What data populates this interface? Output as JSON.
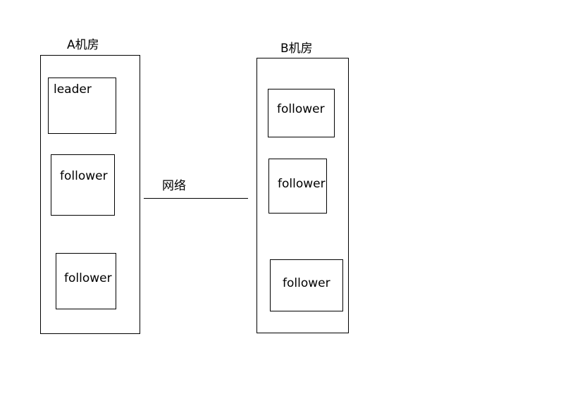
{
  "rooms": {
    "a": {
      "title": "A机房",
      "nodes": [
        "leader",
        "follower",
        "follower"
      ]
    },
    "b": {
      "title": "B机房",
      "nodes": [
        "follower",
        "follower",
        "follower"
      ]
    }
  },
  "link": {
    "label": "网络"
  }
}
